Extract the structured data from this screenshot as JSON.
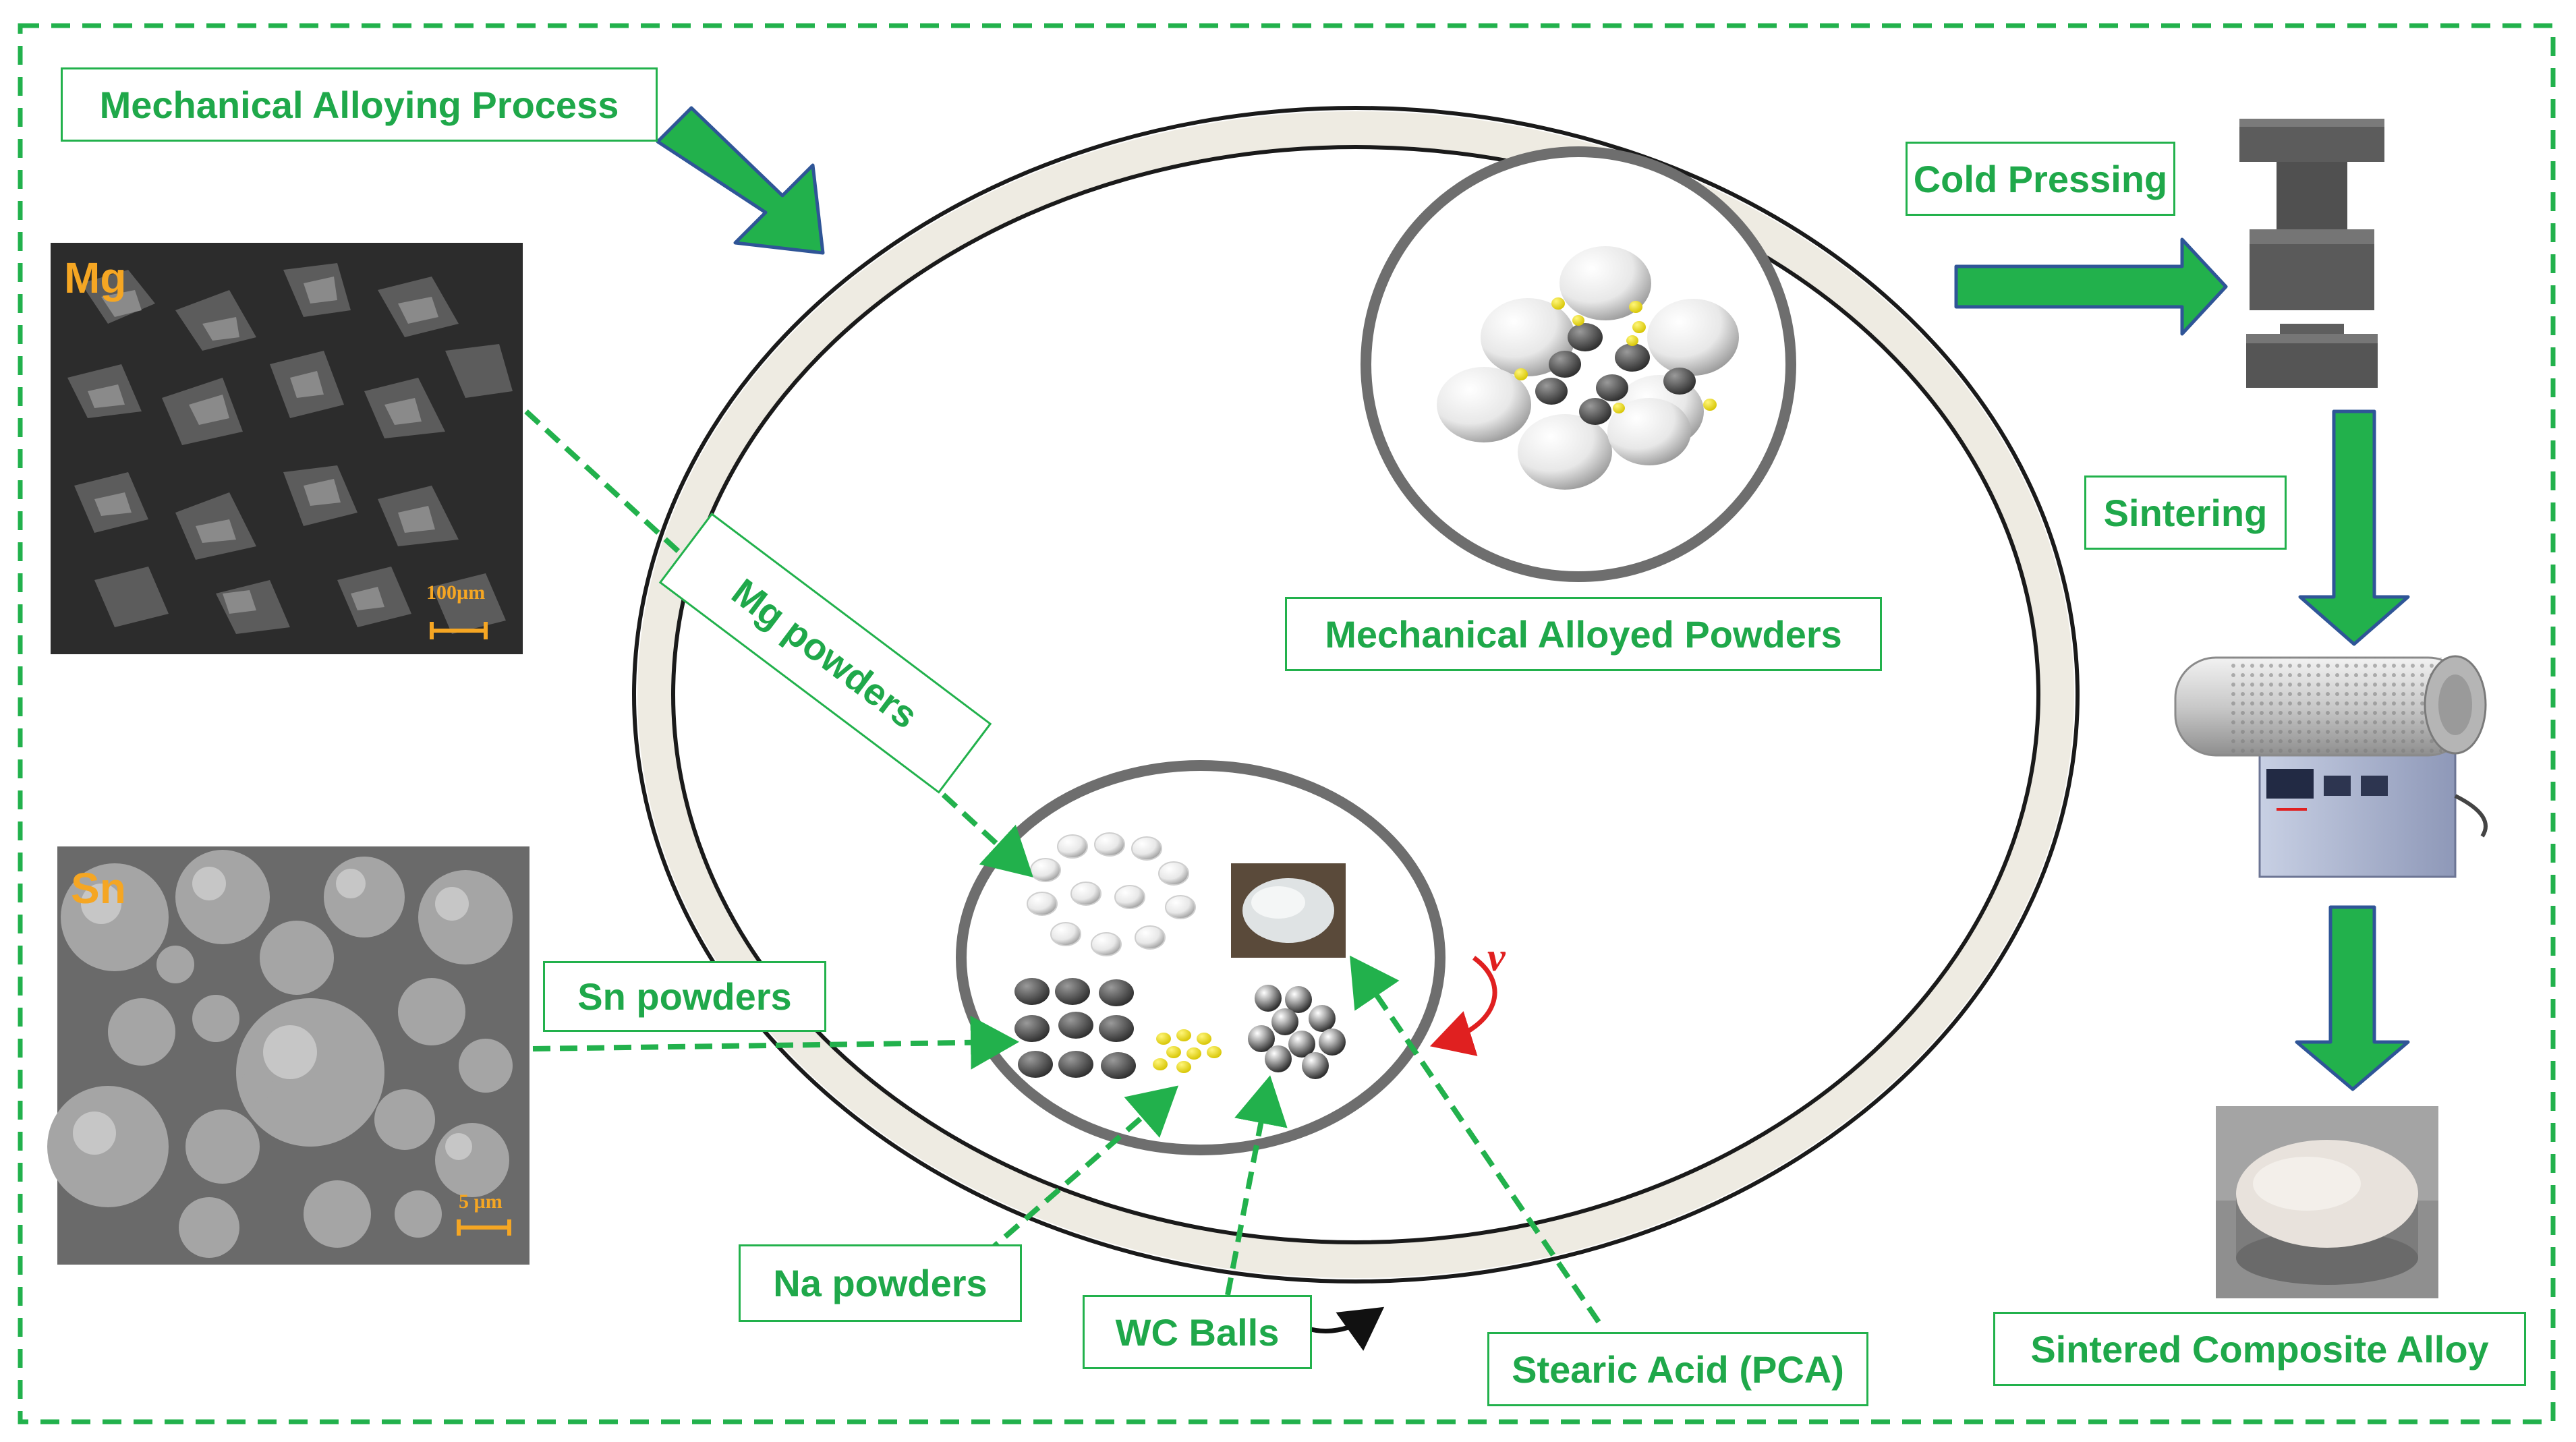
{
  "labels": {
    "mechanical_alloying_process": "Mechanical Alloying Process",
    "mg_powders": "Mg powders",
    "sn_powders": "Sn powders",
    "mechanical_alloyed_powders": "Mechanical Alloyed Powders",
    "na_powders": "Na powders",
    "wc_balls": "WC Balls",
    "stearic_acid": "Stearic Acid (PCA)",
    "cold_pressing": "Cold Pressing",
    "sintering": "Sintering",
    "sintered_composite_alloy": "Sintered Composite Alloy"
  },
  "sem_images": {
    "mg": {
      "element": "Mg",
      "scale_bar": "100µm"
    },
    "sn": {
      "element": "Sn",
      "scale_bar": "5 µm"
    }
  },
  "rotation_symbol": "ν",
  "colors": {
    "accent_green": "#22b14c",
    "text_green": "#1fa84a",
    "arrow_blue_border": "#2f5597",
    "sem_label_orange": "#f5a623",
    "rotation_red": "#e02020"
  }
}
